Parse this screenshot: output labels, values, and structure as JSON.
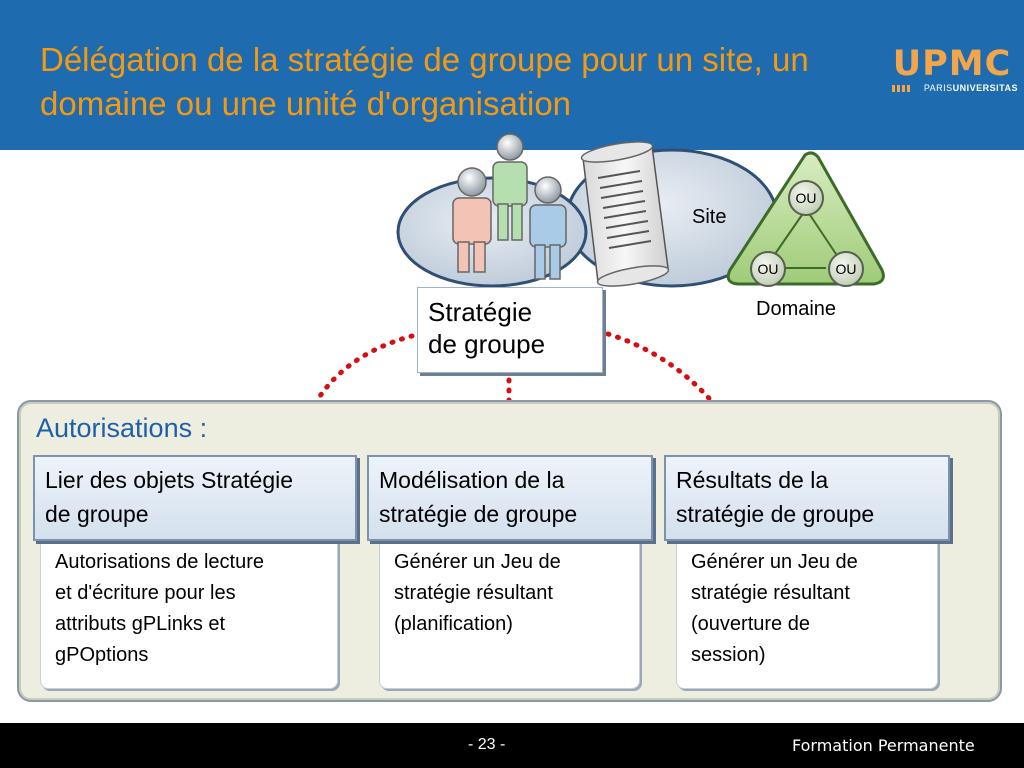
{
  "title": "Délégation de la stratégie de groupe pour un site, un domaine ou une unité d'organisation",
  "logo": {
    "wordmark": "UPMC",
    "sub_a": "PARIS",
    "sub_b": "UNIVERSITAS"
  },
  "diagram": {
    "site_label": "Site",
    "domain_label": "Domaine",
    "ou_label": "OU",
    "strategy_line1": "Stratégie",
    "strategy_line2": "de groupe"
  },
  "panel": {
    "title": "Autorisations :",
    "columns": [
      {
        "header_line1": "Lier des objets Stratégie",
        "header_line2": "de groupe",
        "desc": [
          "Autorisations de lecture",
          "et d'écriture pour les",
          "attributs gPLinks et",
          "gPOptions"
        ]
      },
      {
        "header_line1": "Modélisation de la",
        "header_line2": "stratégie de groupe",
        "desc": [
          "Générer un Jeu de",
          "stratégie résultant",
          "(planification)"
        ]
      },
      {
        "header_line1": "Résultats de la",
        "header_line2": "stratégie de groupe",
        "desc": [
          "Générer un Jeu de",
          "stratégie résultant",
          "(ouverture de",
          "session)"
        ]
      }
    ]
  },
  "footer": {
    "page": "- 23 -",
    "text": "Formation Permanente"
  },
  "colors": {
    "header_bg": "#1f6bb0",
    "title": "#f39a12",
    "arrow": "#d60e12",
    "panel_title": "#1f5fa8"
  }
}
